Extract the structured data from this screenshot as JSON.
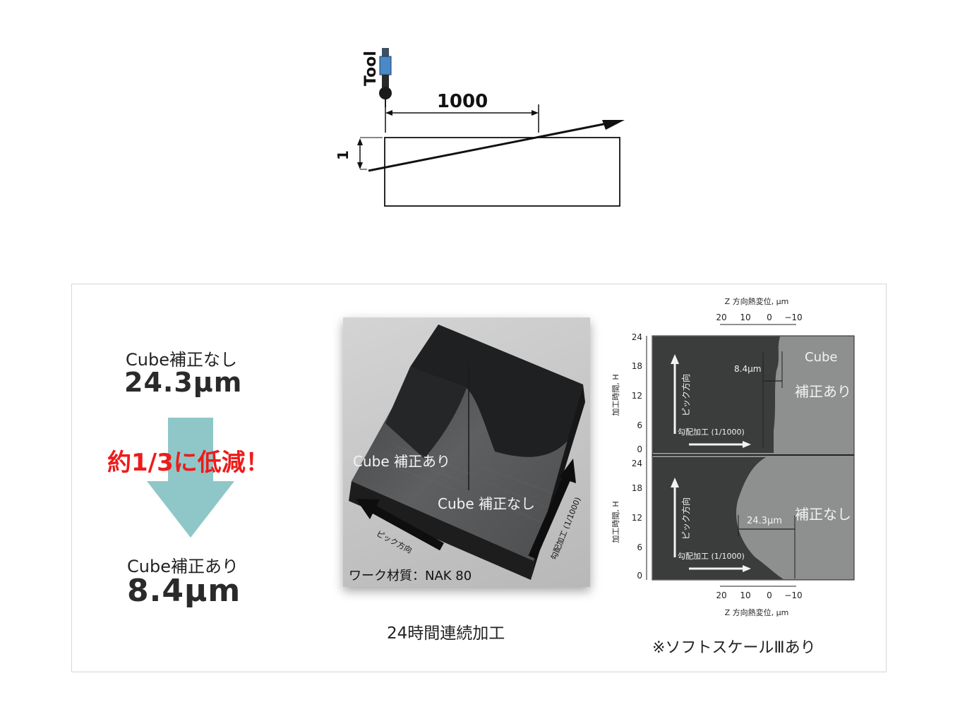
{
  "top_diagram": {
    "tool_label": "Tool",
    "length_label": "1000",
    "height_label": "1"
  },
  "summary": {
    "without_label": "Cube補正なし",
    "without_value": "24.3μm",
    "reduction_text": "約1/3に低減！",
    "with_label": "Cube補正あり",
    "with_value": "8.4μm",
    "arrow_color": "#8fc7c8",
    "reduction_color": "#ee1b1b"
  },
  "photo": {
    "label_with": "Cube 補正あり",
    "label_without": "Cube 補正なし",
    "pick_direction": "ピック方向",
    "gradient_machining": "勾配加工 (1/1000)",
    "material": "ワーク材質：NAK 80",
    "caption": "24時間連続加工"
  },
  "chart": {
    "axis_title": "Z 方向熱変位, μm",
    "x_ticks": [
      "20",
      "10",
      "0",
      "−10"
    ],
    "y_axis_title": "加工時間, H",
    "y_ticks": [
      "24",
      "18",
      "12",
      "6",
      "0"
    ],
    "pick_direction": "ピック方向",
    "gradient_machining": "勾配加工 (1/1000)",
    "upper_label_1": "Cube",
    "upper_label_2": "補正あり",
    "upper_value": "8.4μm",
    "lower_label": "補正なし",
    "lower_value": "24.3μm",
    "caption": "※ソフトスケールⅢあり"
  }
}
